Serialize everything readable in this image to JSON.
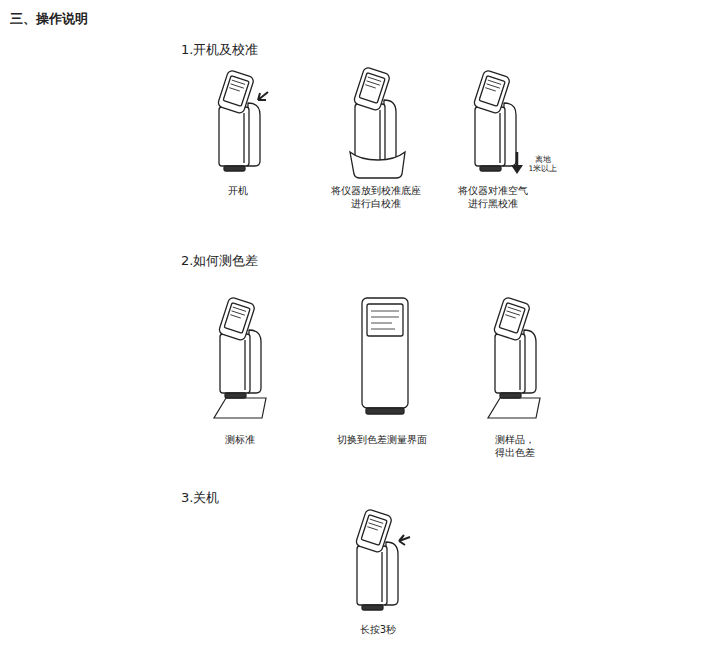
{
  "diagram": {
    "title": "三、操作说明",
    "labels": [
      "1.开机及校准",
      "开机",
      "将仪器放到校准底座 进行白校准",
      "将仪器对准空气 进行黑校准",
      "离地 1米以上",
      "2.如何测色差",
      "测标准",
      "切换到色差测量界面",
      "测样品，得出色差",
      "3.关机",
      "长按3秒"
    ]
  }
}
